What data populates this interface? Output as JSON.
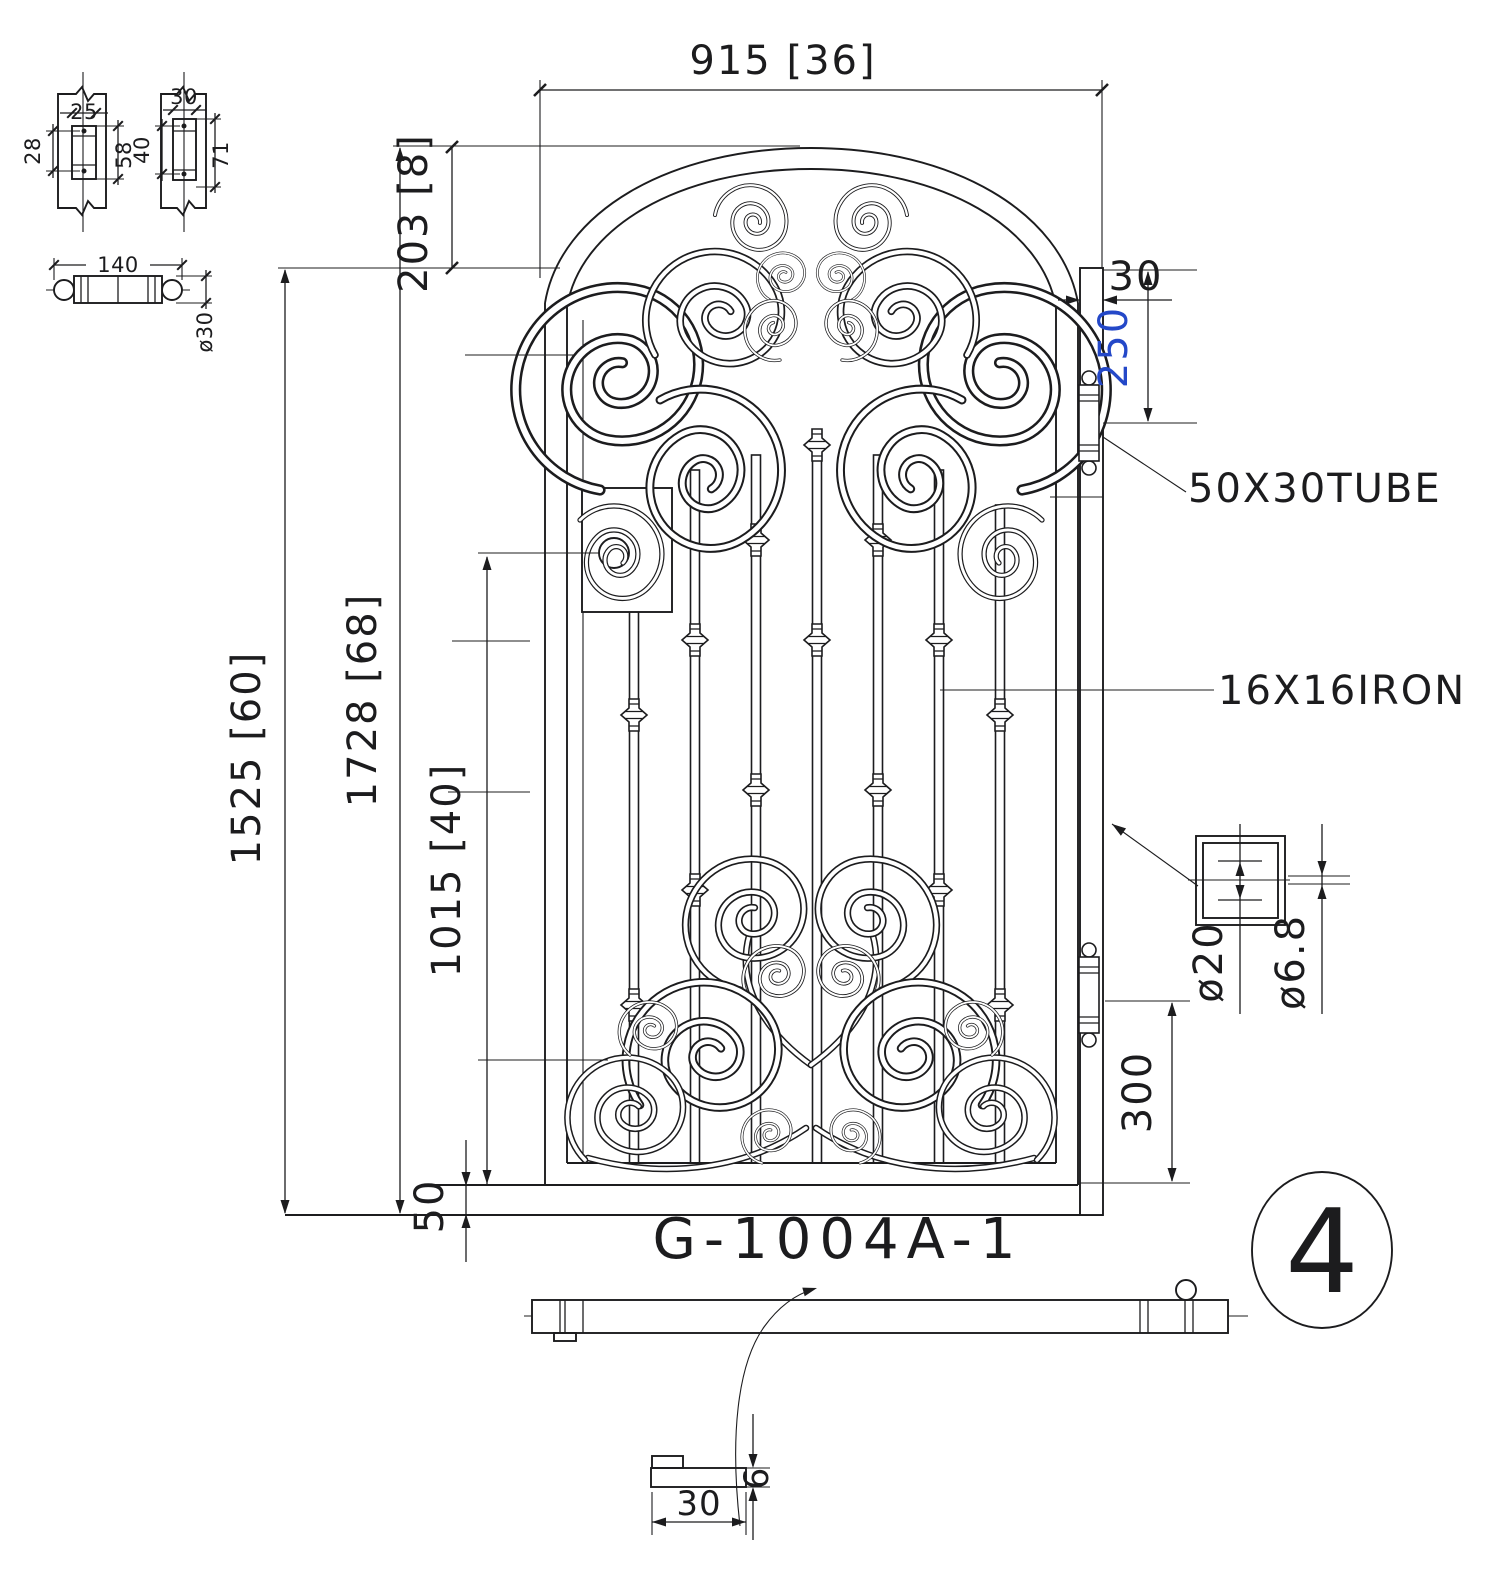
{
  "drawing": {
    "title": "G-1004A-1",
    "sheet_no": "4",
    "labels": {
      "tube": "50X30TUBE",
      "picket": "16X16IRON"
    },
    "dims": {
      "width": "915 [36]",
      "arch": "203 [8]",
      "total_h": "1728 [68]",
      "frame_h": "1525 [60]",
      "lock_h": "1015 [40]",
      "bottom_rail": "50",
      "post_w": "30",
      "hinge_top": "250",
      "hinge_bottom": "300",
      "bore": "ø20",
      "pin": "ø6.8"
    },
    "plate_a": {
      "w": "25",
      "pitch": "28",
      "h": "58"
    },
    "plate_b": {
      "w": "30",
      "pitch": "40",
      "h": "71"
    },
    "barrel": {
      "len": "140",
      "dia": "ø30"
    },
    "bar_detail": {
      "w": "30",
      "t": "6"
    }
  }
}
